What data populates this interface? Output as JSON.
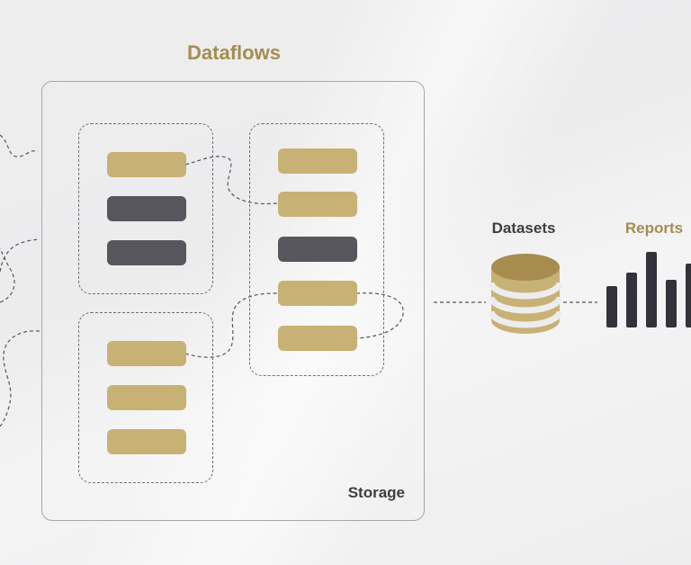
{
  "diagram": {
    "title": "Dataflows",
    "storage_label": "Storage",
    "datasets_label": "Datasets",
    "reports_label": "Reports",
    "groups": [
      {
        "name": "group-top-left",
        "items": [
          "gold",
          "dark",
          "dark"
        ]
      },
      {
        "name": "group-bottom-left",
        "items": [
          "gold",
          "gold",
          "gold"
        ]
      },
      {
        "name": "group-right",
        "items": [
          "gold",
          "gold",
          "dark",
          "gold",
          "gold"
        ]
      }
    ],
    "report_chart_levels": [
      0.55,
      0.73,
      1.0,
      0.63,
      0.85
    ]
  },
  "colors": {
    "accent_gold": "#a68d4f",
    "bar_gold": "#c8b174",
    "bar_dark": "#57565d",
    "report_dark": "#33323a",
    "background": "#eeeeef"
  }
}
